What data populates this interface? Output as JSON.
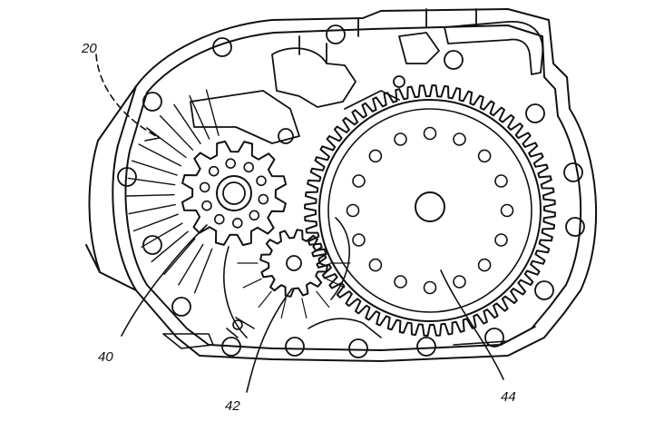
{
  "figure": {
    "labels": {
      "housing": "20",
      "drive_gear": "40",
      "idler_gear": "42",
      "ring_gear": "44"
    },
    "colors": {
      "ink": "#111111",
      "paper": "#ffffff"
    }
  }
}
